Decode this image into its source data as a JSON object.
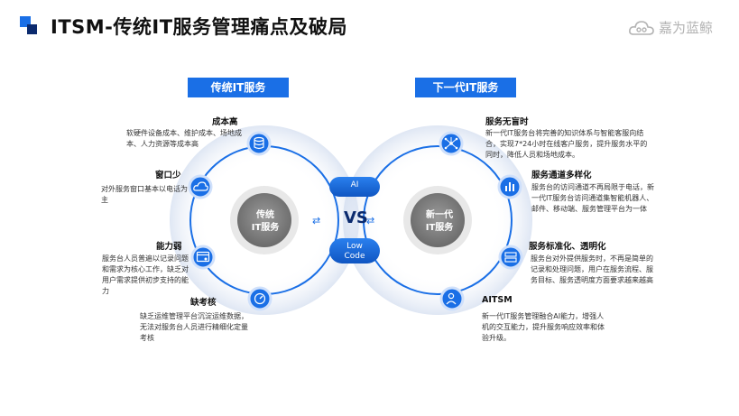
{
  "header": {
    "title": "ITSM-传统IT服务管理痛点及破局",
    "brand": "嘉为蓝鲸"
  },
  "left": {
    "section_title": "传统IT服务",
    "center_label_1": "传统",
    "center_label_2": "IT服务",
    "items": [
      {
        "title": "成本高",
        "desc": "软硬件设备成本、维护成本、场地成本、人力资源等成本高",
        "icon": "database-icon"
      },
      {
        "title": "窗口少",
        "desc": "对外服务窗口基本以电话为主",
        "icon": "cloud-icon"
      },
      {
        "title": "能力弱",
        "desc": "服务台人员普遍以记录问题和需求为核心工作，缺乏对用户需求提供初步支持的能力",
        "icon": "browser-settings-icon"
      },
      {
        "title": "缺考核",
        "desc": "缺乏运维管理平台沉淀运维数据，无法对服务台人员进行精细化定量考核",
        "icon": "gauge-icon"
      }
    ]
  },
  "right": {
    "section_title": "下一代IT服务",
    "center_label_1": "新一代",
    "center_label_2": "IT服务",
    "items": [
      {
        "title": "服务无盲时",
        "desc": "新一代IT服务台将完善的知识体系与智能客服向结合，实现7*24小时在线客户服务，提升服务水平的同时，降低人员和场地成本。",
        "icon": "network-icon"
      },
      {
        "title": "服务通道多样化",
        "desc": "服务台的访问通道不再局限于电话，新一代IT服务台访问通道集智能机器人、邮件、移动端、服务管理平台为一体",
        "icon": "bar-chart-icon"
      },
      {
        "title": "服务标准化、透明化",
        "desc": "服务台对外提供服务时，不再是简单的记录和处理问题，用户在服务流程、服务目标、服务透明度方面要求越来越高",
        "icon": "server-icon"
      },
      {
        "title": "AITSM",
        "desc": "新一代IT服务管理融合AI能力，增强人机的交互能力，提升服务响应效率和体验升级。",
        "icon": "user-settings-icon"
      }
    ]
  },
  "middle": {
    "vs": "VS",
    "pill_top": "AI",
    "pill_bottom_1": "Low",
    "pill_bottom_2": "Code"
  },
  "colors": {
    "primary": "#1a6fe6",
    "dark": "#0b2a6e",
    "gray_circle": "#8a8a8a"
  }
}
